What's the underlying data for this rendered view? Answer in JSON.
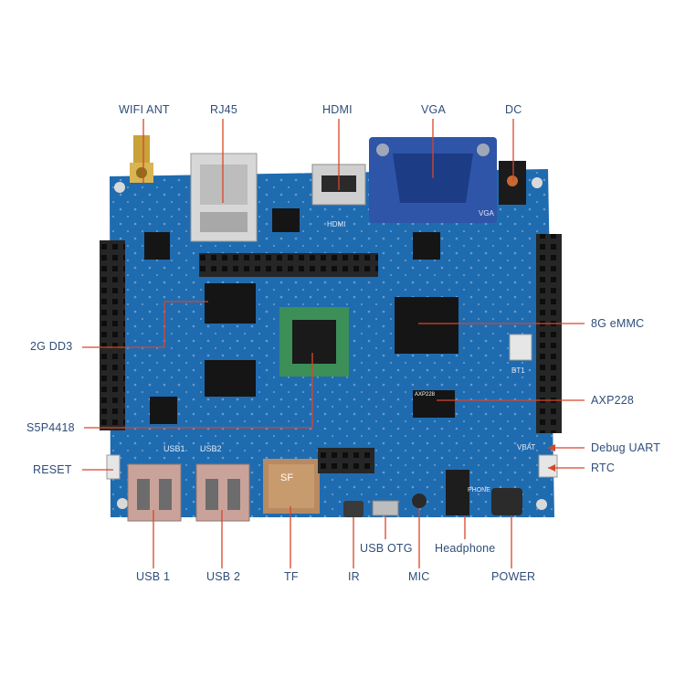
{
  "labels": {
    "wifi_ant": "WIFI  ANT",
    "rj45": "RJ45",
    "hdmi": "HDMI",
    "vga": "VGA",
    "dc": "DC",
    "ddr3": "2G DD3",
    "emmc": "8G eMMC",
    "axp228": "AXP228",
    "s5p4418": "S5P4418",
    "debug_uart": "Debug UART",
    "reset": "RESET",
    "rtc": "RTC",
    "usb1": "USB 1",
    "usb2": "USB 2",
    "tf": "TF",
    "ir": "IR",
    "usb_otg": "USB OTG",
    "mic": "MIC",
    "headphone": "Headphone",
    "power": "POWER"
  },
  "board_silk": {
    "usb1": "USB1",
    "usb2": "USB2",
    "sf": "SF",
    "hdmi": "HDMI",
    "vga": "VGA",
    "bt1": "BT1",
    "vbat": "VBAT",
    "phone": "PHONE",
    "axp": "AXP228"
  },
  "colors": {
    "pcb": "#1f6bb0",
    "pcb_dark": "#174f86",
    "leader": "#d8462a",
    "label": "#2f4d7a"
  }
}
